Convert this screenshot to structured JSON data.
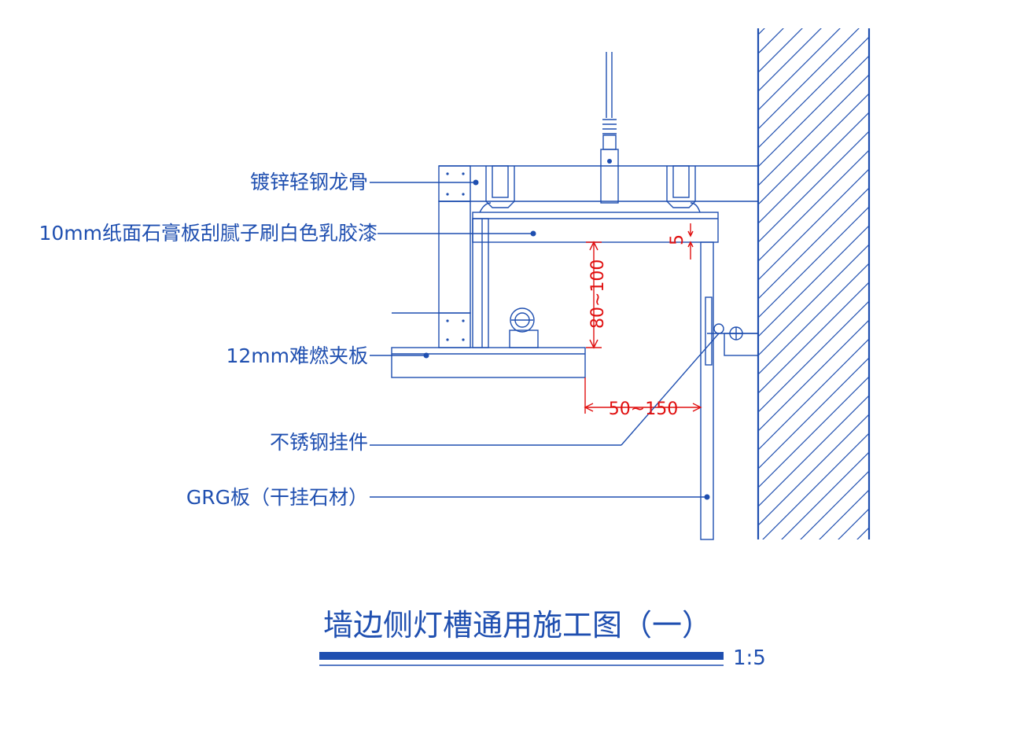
{
  "labels": {
    "keel": "镀锌轻钢龙骨",
    "gypsum": "10mm纸面石膏板刮腻子刷白色乳胶漆",
    "plywood": "12mm难燃夹板",
    "hanger": "不锈钢挂件",
    "grg": "GRG板（干挂石材）"
  },
  "dimensions": {
    "gap_small": "5",
    "depth": "80~100",
    "width": "50~150"
  },
  "title": "墙边侧灯槽通用施工图（一）",
  "scale": "1:5",
  "colors": {
    "line": "#1f4fb0",
    "dimension": "#e01010",
    "background": "#ffffff"
  }
}
